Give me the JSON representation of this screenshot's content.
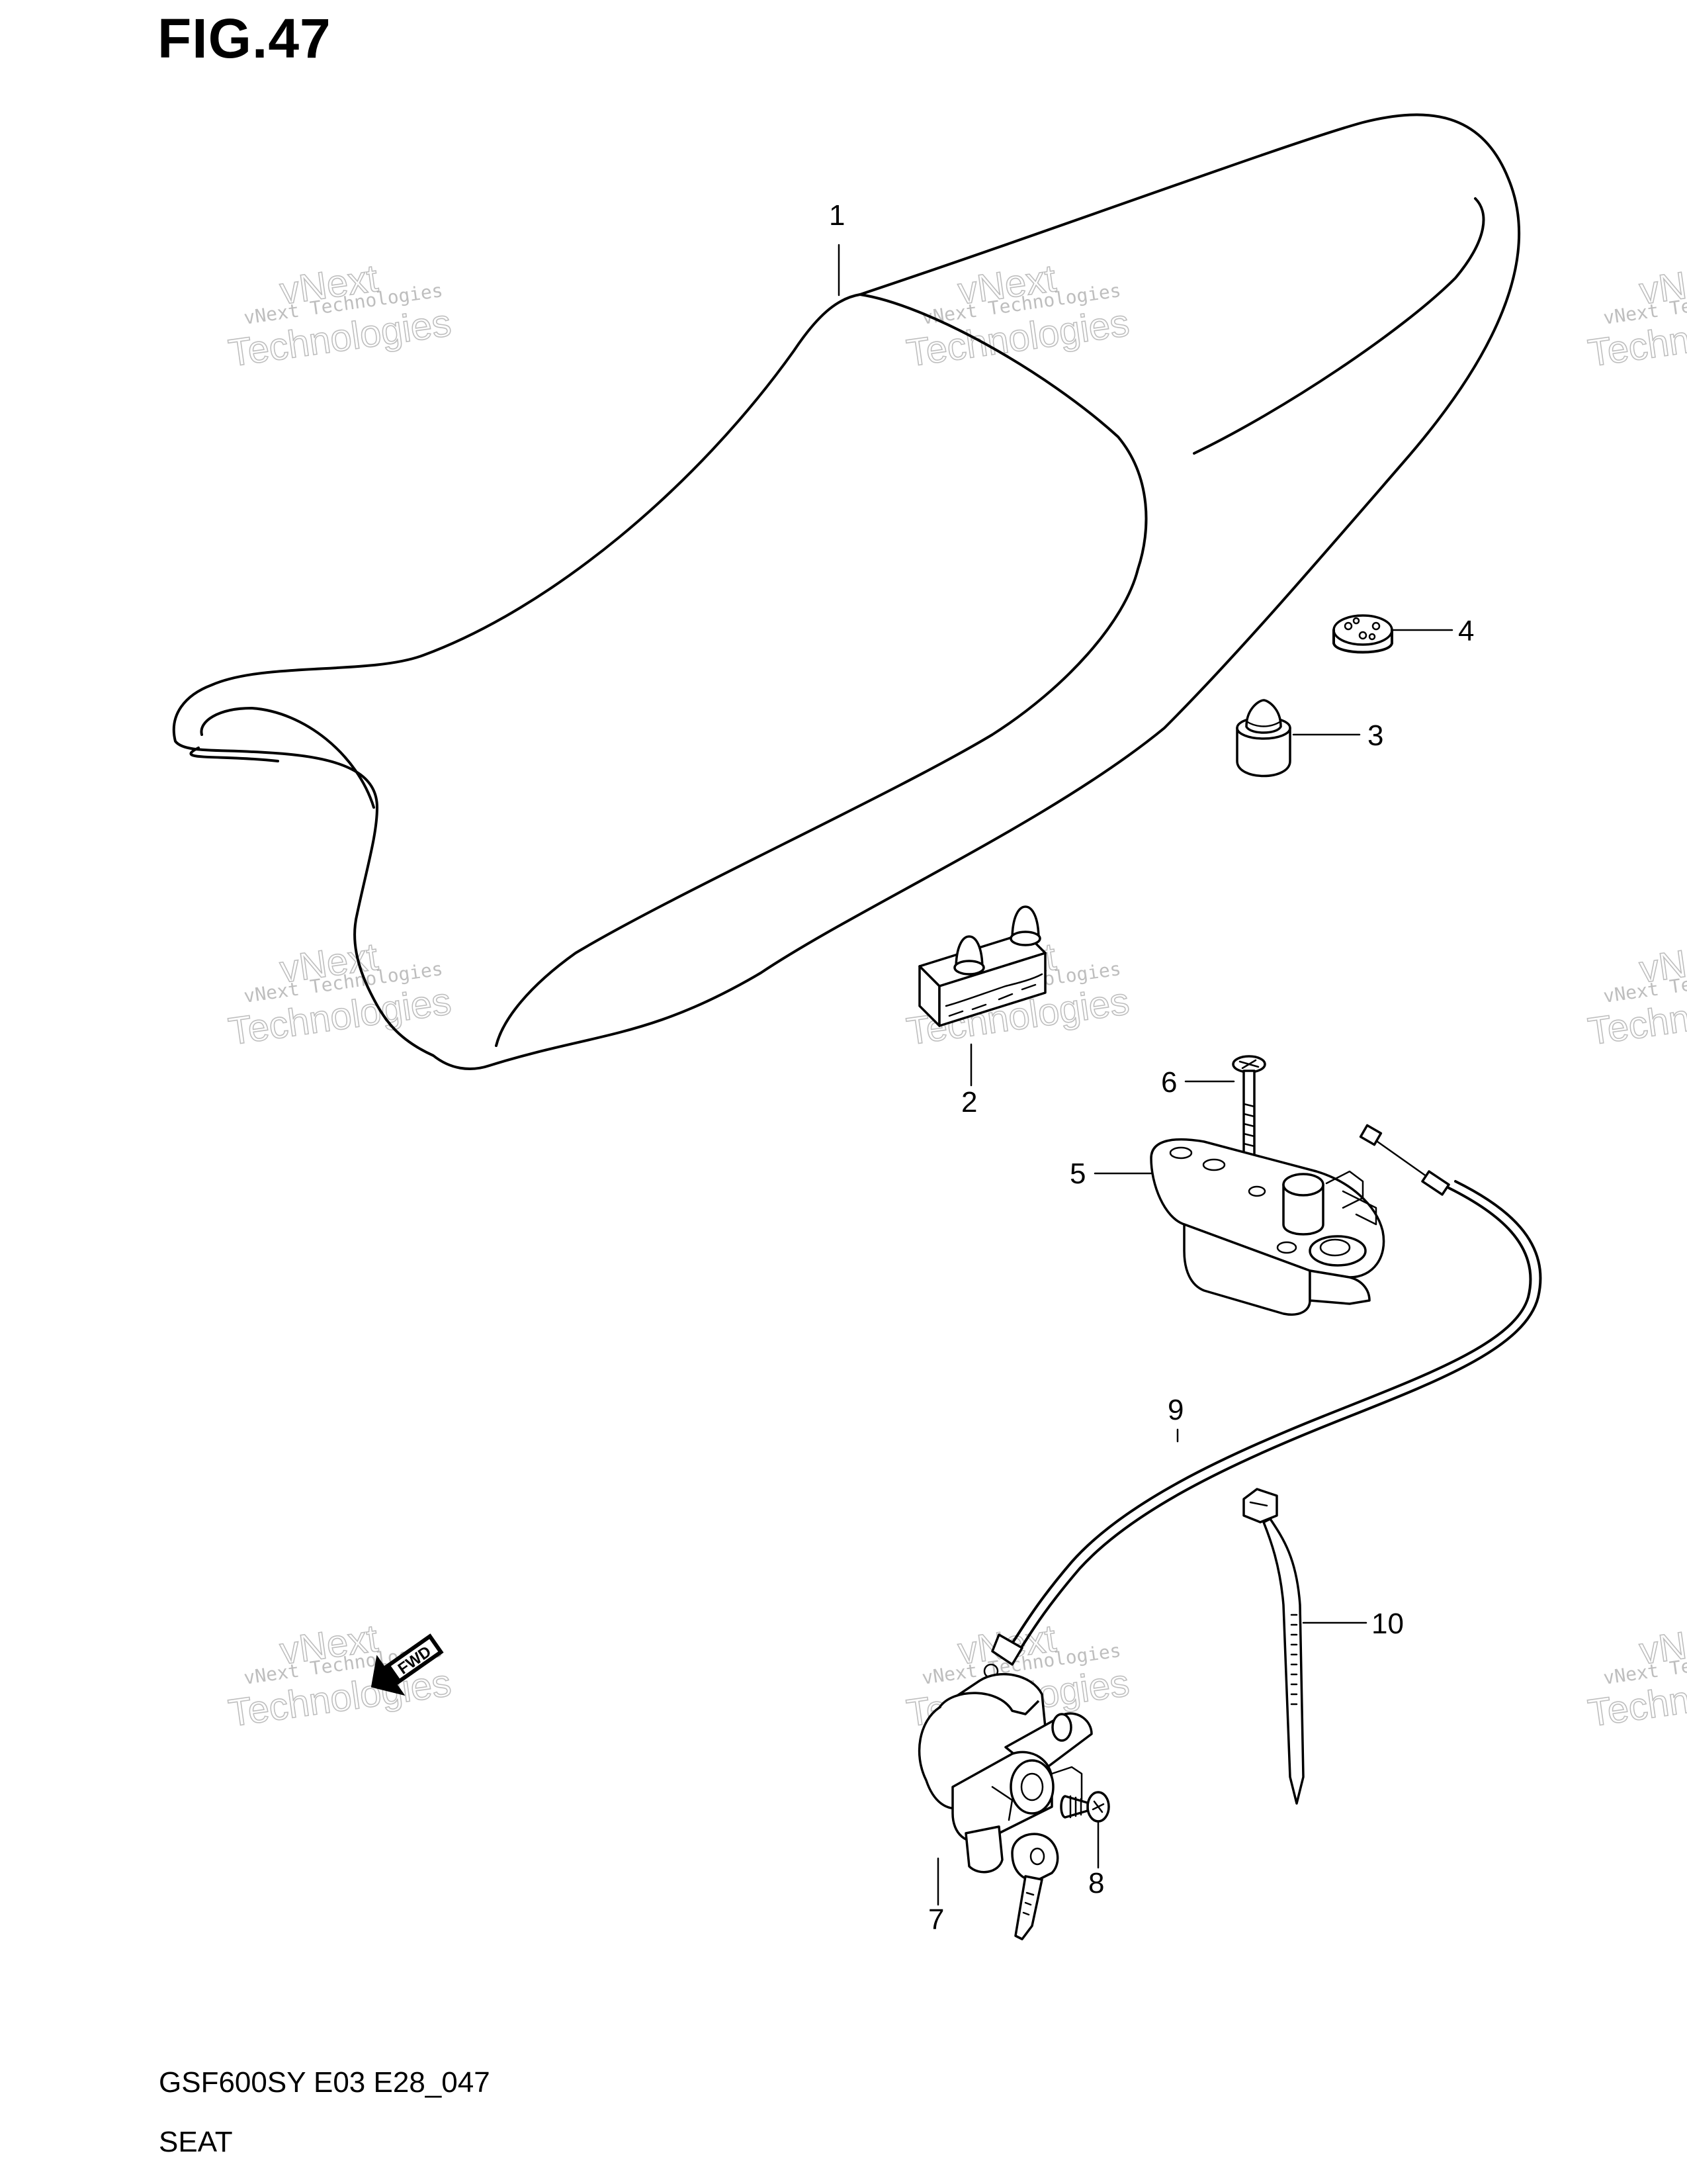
{
  "figure": {
    "title": "FIG.47",
    "code": "GSF600SY E03 E28_047",
    "name": "SEAT"
  },
  "callouts": {
    "c1": "1",
    "c2": "2",
    "c3": "3",
    "c4": "4",
    "c5": "5",
    "c6": "6",
    "c7": "7",
    "c8": "8",
    "c9": "9",
    "c10": "10"
  },
  "watermark": {
    "line1": "vNext Technologies",
    "line2": "vNext",
    "line3": "Technologies"
  },
  "fwd_label": "FWD"
}
